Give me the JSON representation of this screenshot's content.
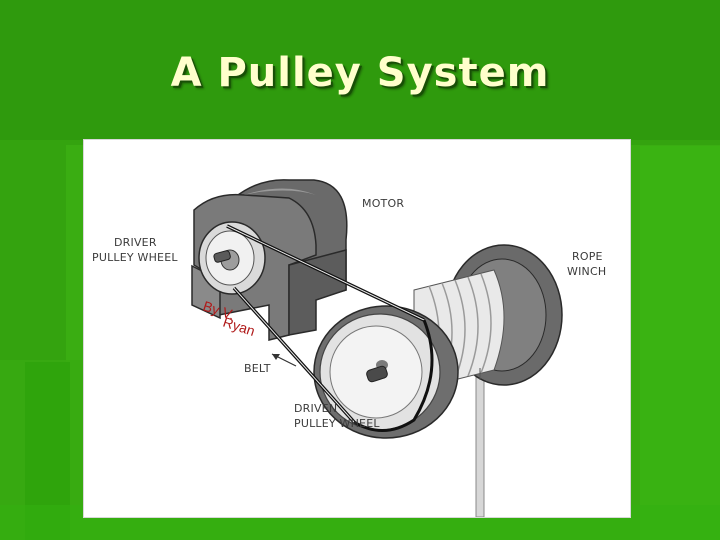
{
  "slide": {
    "title": "A Pulley System"
  },
  "colors": {
    "background": "#2f9a0d",
    "title_text": "#ffffcc",
    "watermark": "#b01a1a"
  },
  "diagram": {
    "labels": {
      "motor": "MOTOR",
      "driver_pulley_wheel_line1": "DRIVER",
      "driver_pulley_wheel_line2": "PULLEY WHEEL",
      "rope_winch_line1": "ROPE",
      "rope_winch_line2": "WINCH",
      "belt": "BELT",
      "driven_pulley_wheel_line1": "DRIVEN",
      "driven_pulley_wheel_line2": "PULLEY WHEEL"
    },
    "watermark_line1": "By V.",
    "watermark_line2": "Ryan"
  }
}
